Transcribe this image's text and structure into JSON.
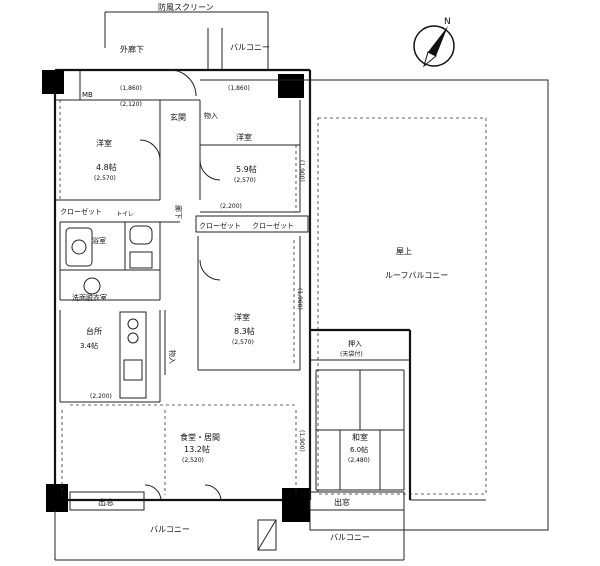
{
  "labels": {
    "screen": "防風スクリーン",
    "outside_corridor": "外廊下",
    "balcony_top": "バルコニー",
    "mb": "MB",
    "entrance": "玄関",
    "storage_top": "物入",
    "room1": "洋室",
    "room1_size": "4.8帖",
    "room1_ceiling": "(2,570)",
    "room2": "洋室",
    "room2_size": "5.9帖",
    "room2_ceiling": "(2,570)",
    "room3": "洋室",
    "room3_size": "8.3帖",
    "room3_ceiling": "(2,570)",
    "closet_left": "クローゼット",
    "closet_mid": "クローゼット",
    "closet_right": "クローゼット",
    "bath": "浴室",
    "toilet": "トイレ",
    "washroom": "洗面脱衣室",
    "corridor": "廊下",
    "kitchen": "台所",
    "kitchen_size": "3.4帖",
    "storage_mid": "物入",
    "ldk": "食堂・居間",
    "ldk_size": "13.2帖",
    "ldk_ceiling": "(2,520)",
    "washitsu": "和室",
    "washitsu_size": "6.0帖",
    "washitsu_ceiling": "(2,480)",
    "oshiire": "押入",
    "oshiire_sub": "(天袋付)",
    "roof": "屋上",
    "roof_balcony": "ルーフバルコニー",
    "demado_left": "出窓",
    "demado_right": "出窓",
    "balcony_bottom_left": "バルコニー",
    "balcony_bottom_right": "バルコニー",
    "north": "N",
    "dim_1860a": "(1,860)",
    "dim_2120": "(2,120)",
    "dim_1860b": "(1,860)",
    "dim_2200a": "(2,200)",
    "dim_2200b": "(2,200)",
    "dim_1900a": "(1,900)",
    "dim_1900b": "(1,900)",
    "dim_1900c": "(1,900)"
  }
}
